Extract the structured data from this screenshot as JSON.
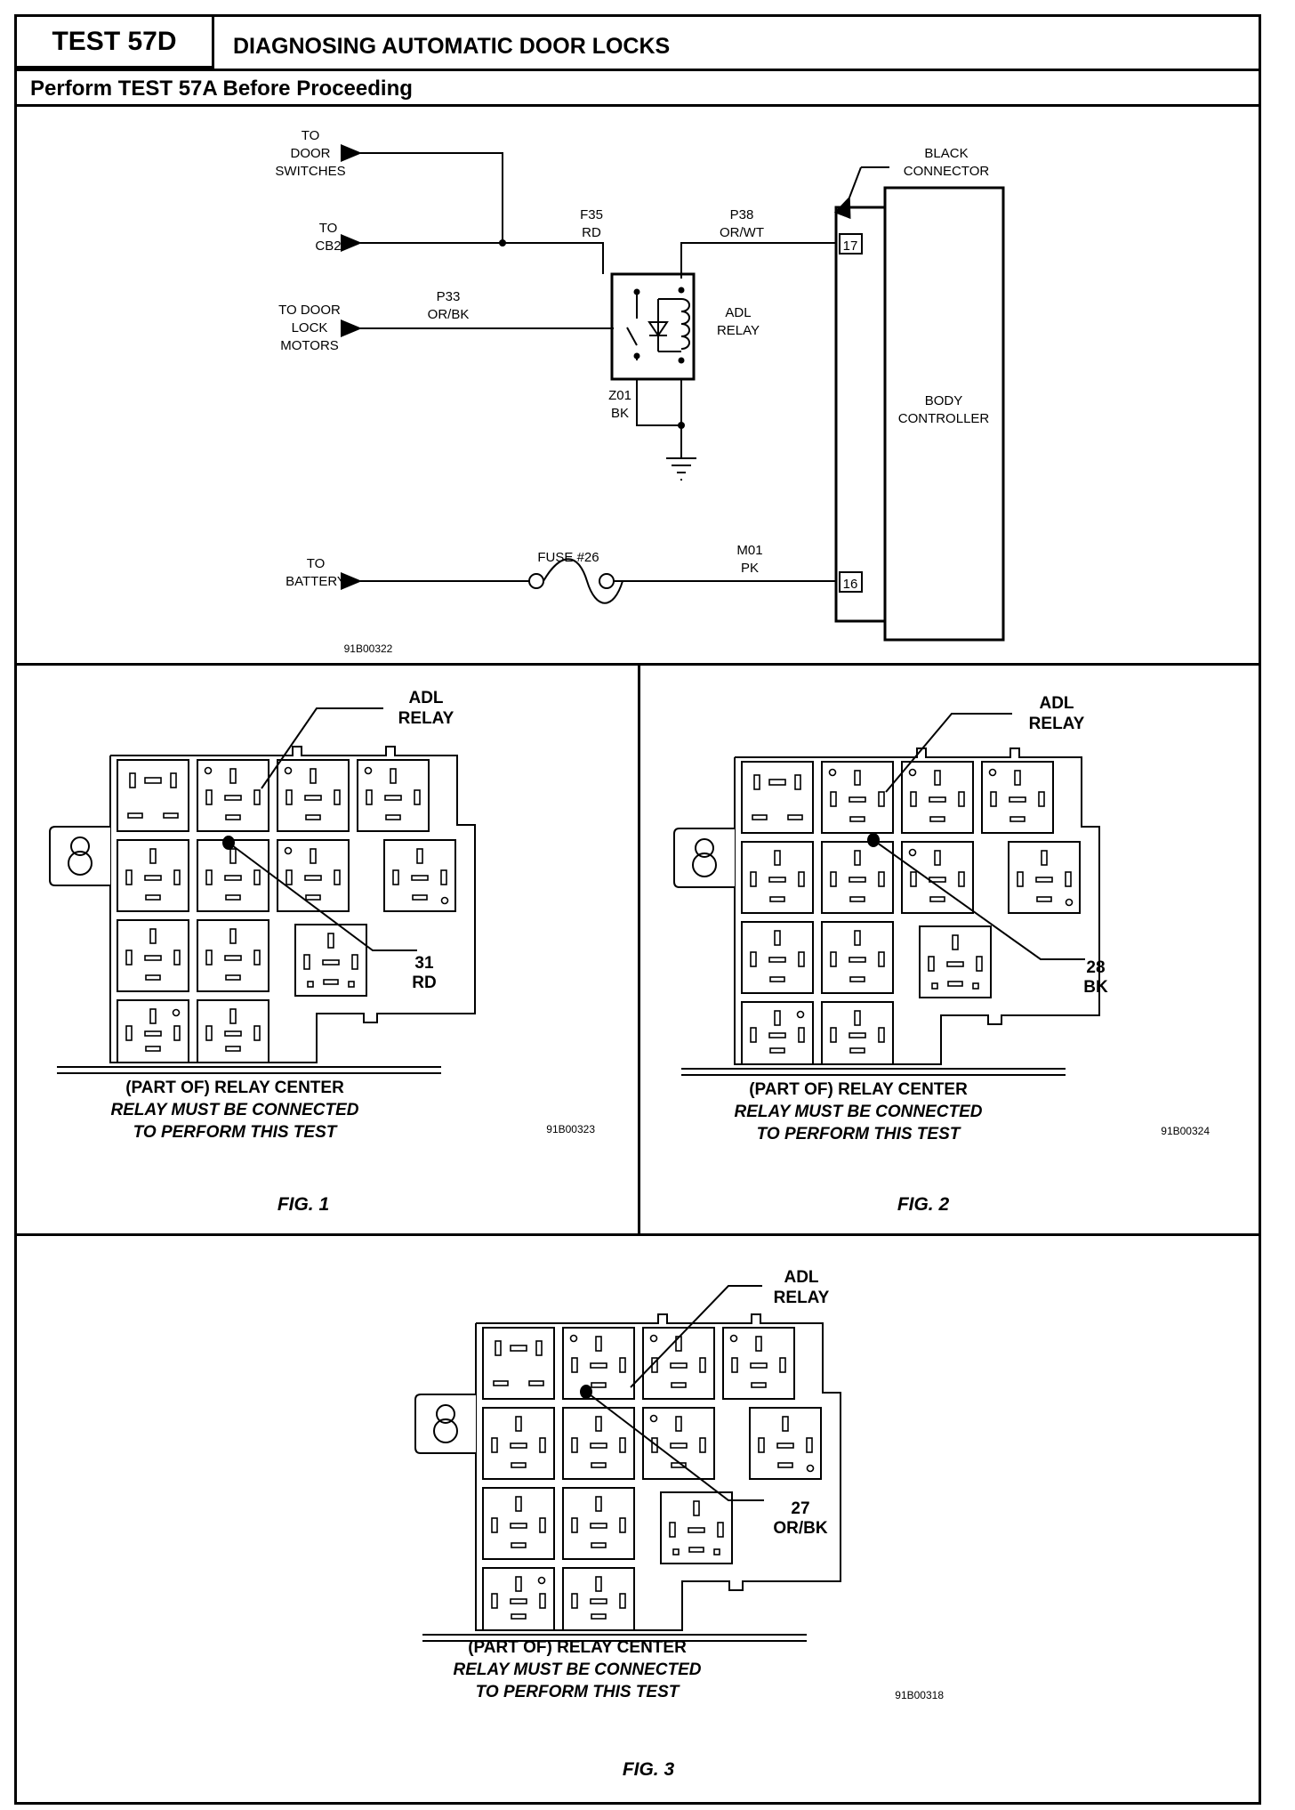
{
  "header": {
    "test_id": "TEST 57D",
    "title": "DIAGNOSING AUTOMATIC DOOR LOCKS",
    "subtitle": "Perform TEST 57A Before Proceeding"
  },
  "schematic": {
    "to_door_switches": [
      "TO",
      "DOOR",
      "SWITCHES"
    ],
    "to_cb2": [
      "TO",
      "CB2"
    ],
    "to_door_lock_motors": [
      "TO DOOR",
      "LOCK",
      "MOTORS"
    ],
    "to_battery": [
      "TO",
      "BATTERY"
    ],
    "wire_f35": [
      "F35",
      "RD"
    ],
    "wire_p38": [
      "P38",
      "OR/WT"
    ],
    "wire_p33": [
      "P33",
      "OR/BK"
    ],
    "wire_z01": [
      "Z01",
      "BK"
    ],
    "wire_m01": [
      "M01",
      "PK"
    ],
    "adl_relay": [
      "ADL",
      "RELAY"
    ],
    "black_connector": [
      "BLACK",
      "CONNECTOR"
    ],
    "body_controller": [
      "BODY",
      "CONTROLLER"
    ],
    "pin_17": "17",
    "pin_16": "16",
    "fuse": "FUSE #26",
    "code": "91B00322"
  },
  "figures": [
    {
      "adl_relay": [
        "ADL",
        "RELAY"
      ],
      "wire": [
        "31",
        "RD"
      ],
      "caption": [
        "(PART OF) RELAY CENTER",
        "RELAY MUST BE CONNECTED",
        "TO PERFORM THIS TEST"
      ],
      "code": "91B00323",
      "label": "FIG. 1"
    },
    {
      "adl_relay": [
        "ADL",
        "RELAY"
      ],
      "wire": [
        "28",
        "BK"
      ],
      "caption": [
        "(PART OF) RELAY CENTER",
        "RELAY MUST BE CONNECTED",
        "TO PERFORM THIS TEST"
      ],
      "code": "91B00324",
      "label": "FIG. 2"
    },
    {
      "adl_relay": [
        "ADL",
        "RELAY"
      ],
      "wire": [
        "27",
        "OR/BK"
      ],
      "caption": [
        "(PART OF) RELAY CENTER",
        "RELAY MUST BE CONNECTED",
        "TO PERFORM THIS TEST"
      ],
      "code": "91B00318",
      "label": "FIG. 3"
    }
  ]
}
